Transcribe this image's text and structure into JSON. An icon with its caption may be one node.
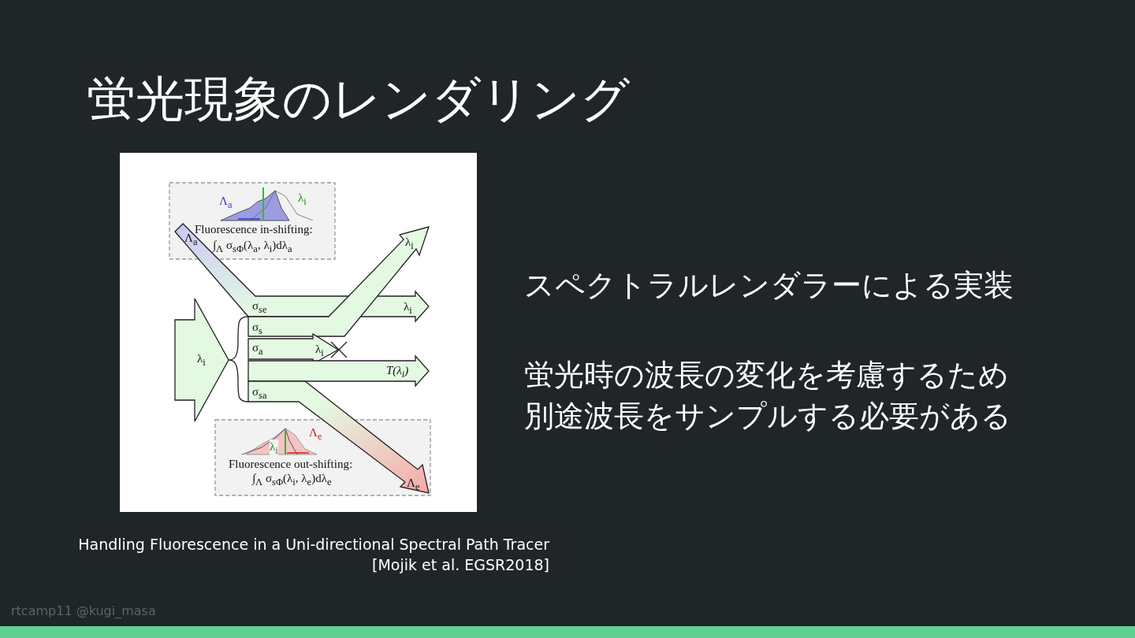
{
  "diagram": {
    "title": "蛍光現象のレンダリング",
    "labels": [
      "スペクトラルレンダラーによる実装",
      "蛍光時の波長の変化を考慮するため別途波長をサンプルする必要がある",
      "Handling Fluorescence in a Uni-directional Spectral Path Tracer",
      "[Mojik et al. EGSR2018]",
      "rtcamp11 @kugi_masa",
      "Λ$_{a}$",
      "λ$_{i}$",
      "Fluorescence in-shifting:",
      "∫$_{Λ}$ σ$_{sΦ}$(λ$_{a}$, λ$_{i}$)dλ$_{a}$",
      "Λ$_{a}$",
      "λ$_{i}$",
      "σ$_{se}$",
      "λ$_{i}$",
      "σ$_{s}$",
      "σ$_{a}$",
      "λ$_{i}$",
      "λ$_{i}$",
      "T(λ$_{i}$)",
      "σ$_{sa}$",
      "Λ$_{e}$",
      "λ$_{i}$",
      "Fluorescence out-shifting:",
      "∫$_{Λ}$ σ$_{sΦ}$(λ$_{i}$, λ$_{e}$)dλ$_{e}$",
      "Λ$_{e}$"
    ]
  }
}
